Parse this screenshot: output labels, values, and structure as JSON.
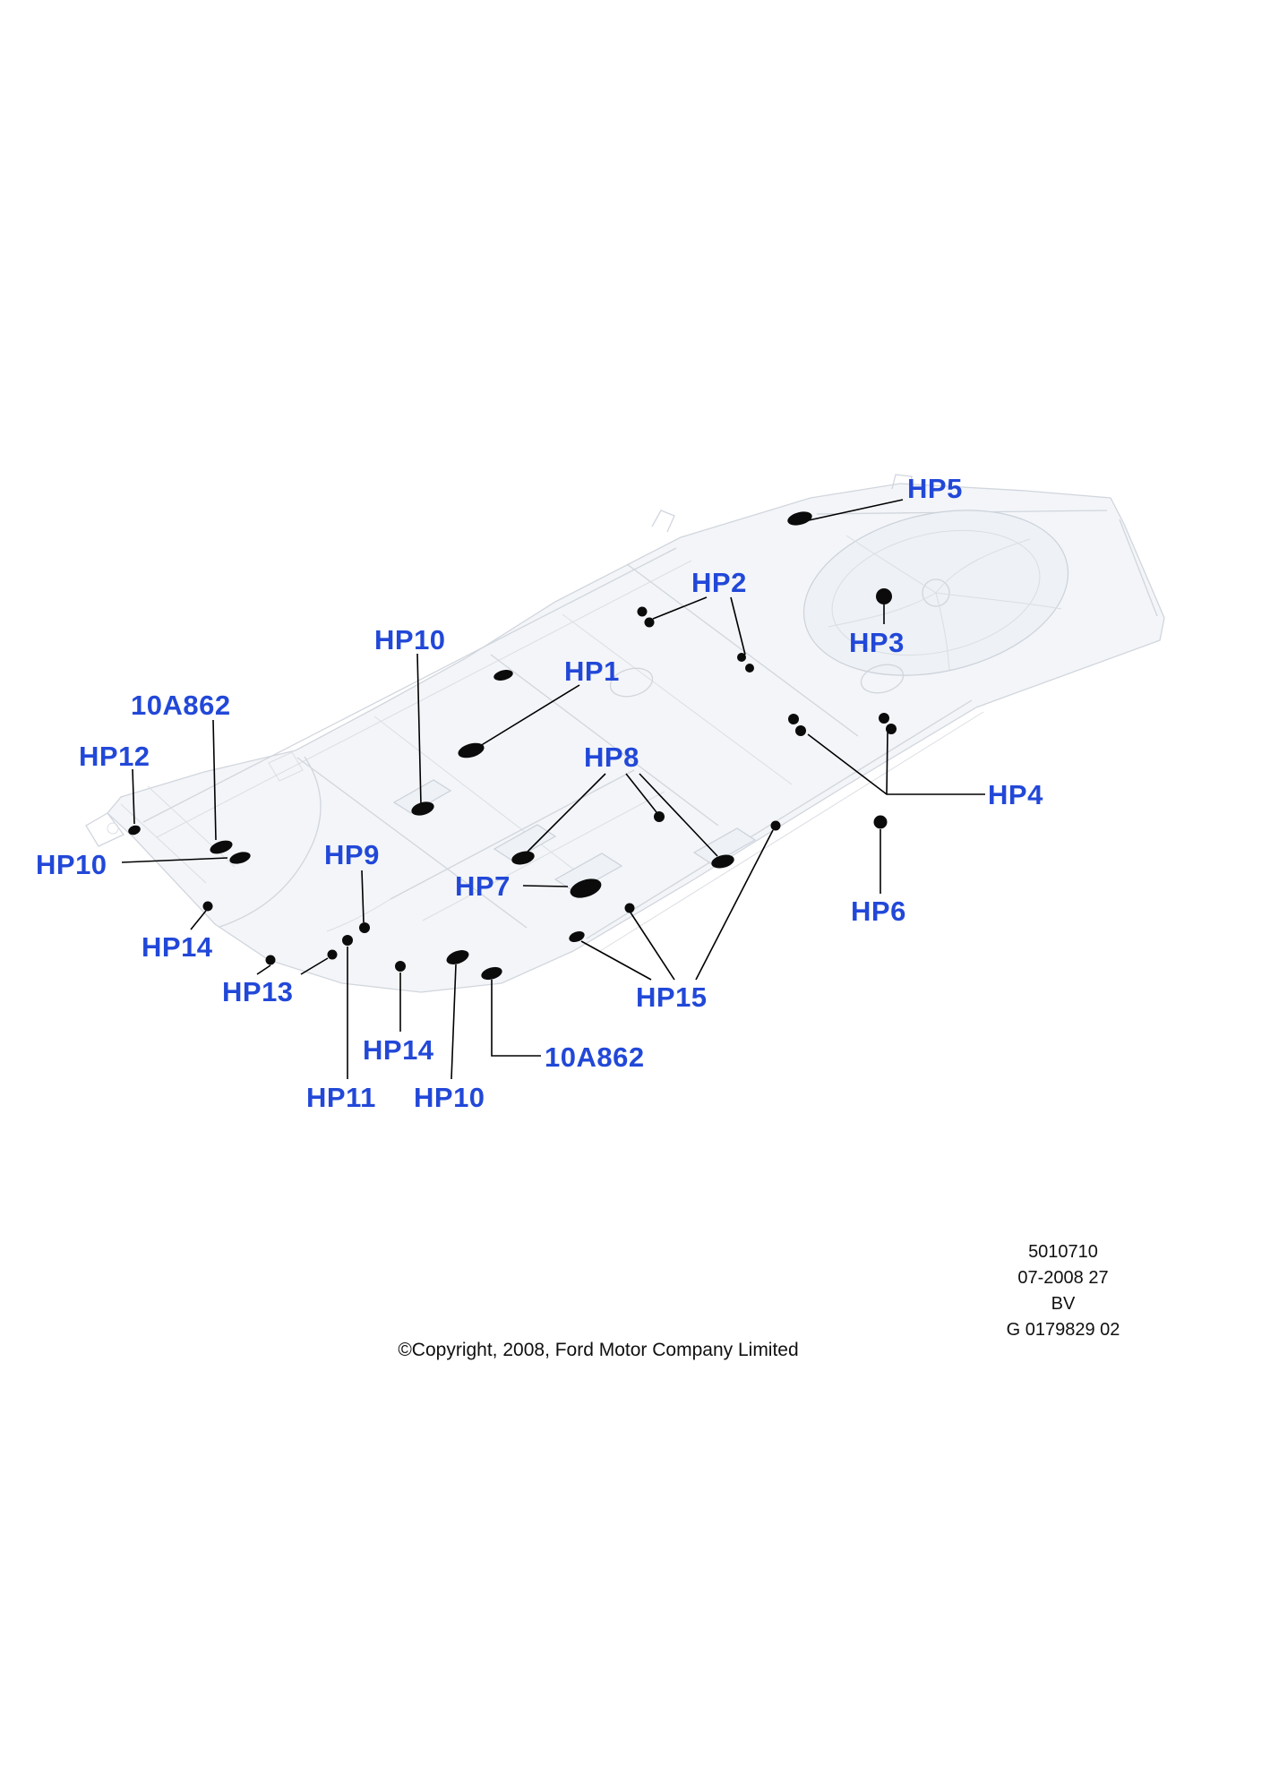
{
  "colors": {
    "label_blue": "#2248d8",
    "leader_black": "#000000",
    "text_black": "#101010"
  },
  "labels": {
    "hp1": "HP1",
    "hp2": "HP2",
    "hp3": "HP3",
    "hp4": "HP4",
    "hp5": "HP5",
    "hp6": "HP6",
    "hp7": "HP7",
    "hp8": "HP8",
    "hp9": "HP9",
    "hp10_top": "HP10",
    "hp10_left": "HP10",
    "hp10_bottom": "HP10",
    "hp11": "HP11",
    "hp12": "HP12",
    "hp13": "HP13",
    "hp14_left": "HP14",
    "hp14_bottom": "HP14",
    "hp15": "HP15",
    "part_10a862_top": "10A862",
    "part_10a862_bottom": "10A862"
  },
  "footer": {
    "copyright": "©Copyright, 2008, Ford Motor Company Limited",
    "ref_lines": [
      "5010710",
      "07-2008 27",
      "BV",
      "G 0179829 02"
    ]
  }
}
